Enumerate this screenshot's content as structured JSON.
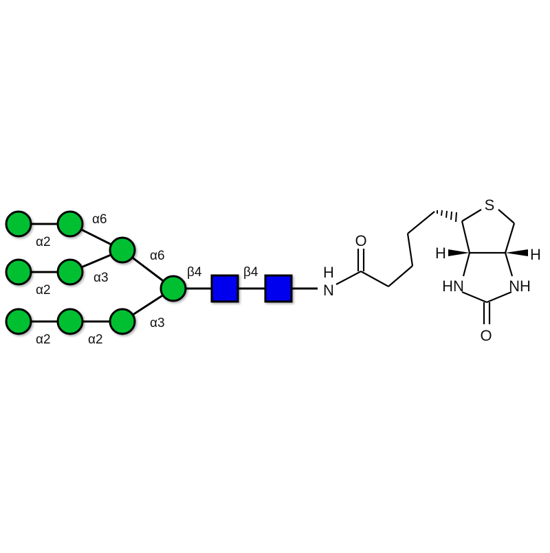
{
  "colors": {
    "mannose": "#00c032",
    "glcnac": "#0000ee",
    "outline": "#000000"
  },
  "linkages": {
    "top_a2": "α2",
    "top_a6": "α6",
    "mid_a2": "α2",
    "mid_a3": "α3",
    "branch_a6": "α6",
    "bot_a2_1": "α2",
    "bot_a2_2": "α2",
    "bot_a3": "α3",
    "core_b4": "β4",
    "glcnac_b4": "β4"
  },
  "atoms": {
    "amide_h": "H",
    "amide_n": "N",
    "amide_o": "O",
    "sulfur": "S",
    "h_left": "H",
    "h_right": "H",
    "hn_left": "HN",
    "nh_right": "NH",
    "urea_o": "O"
  }
}
